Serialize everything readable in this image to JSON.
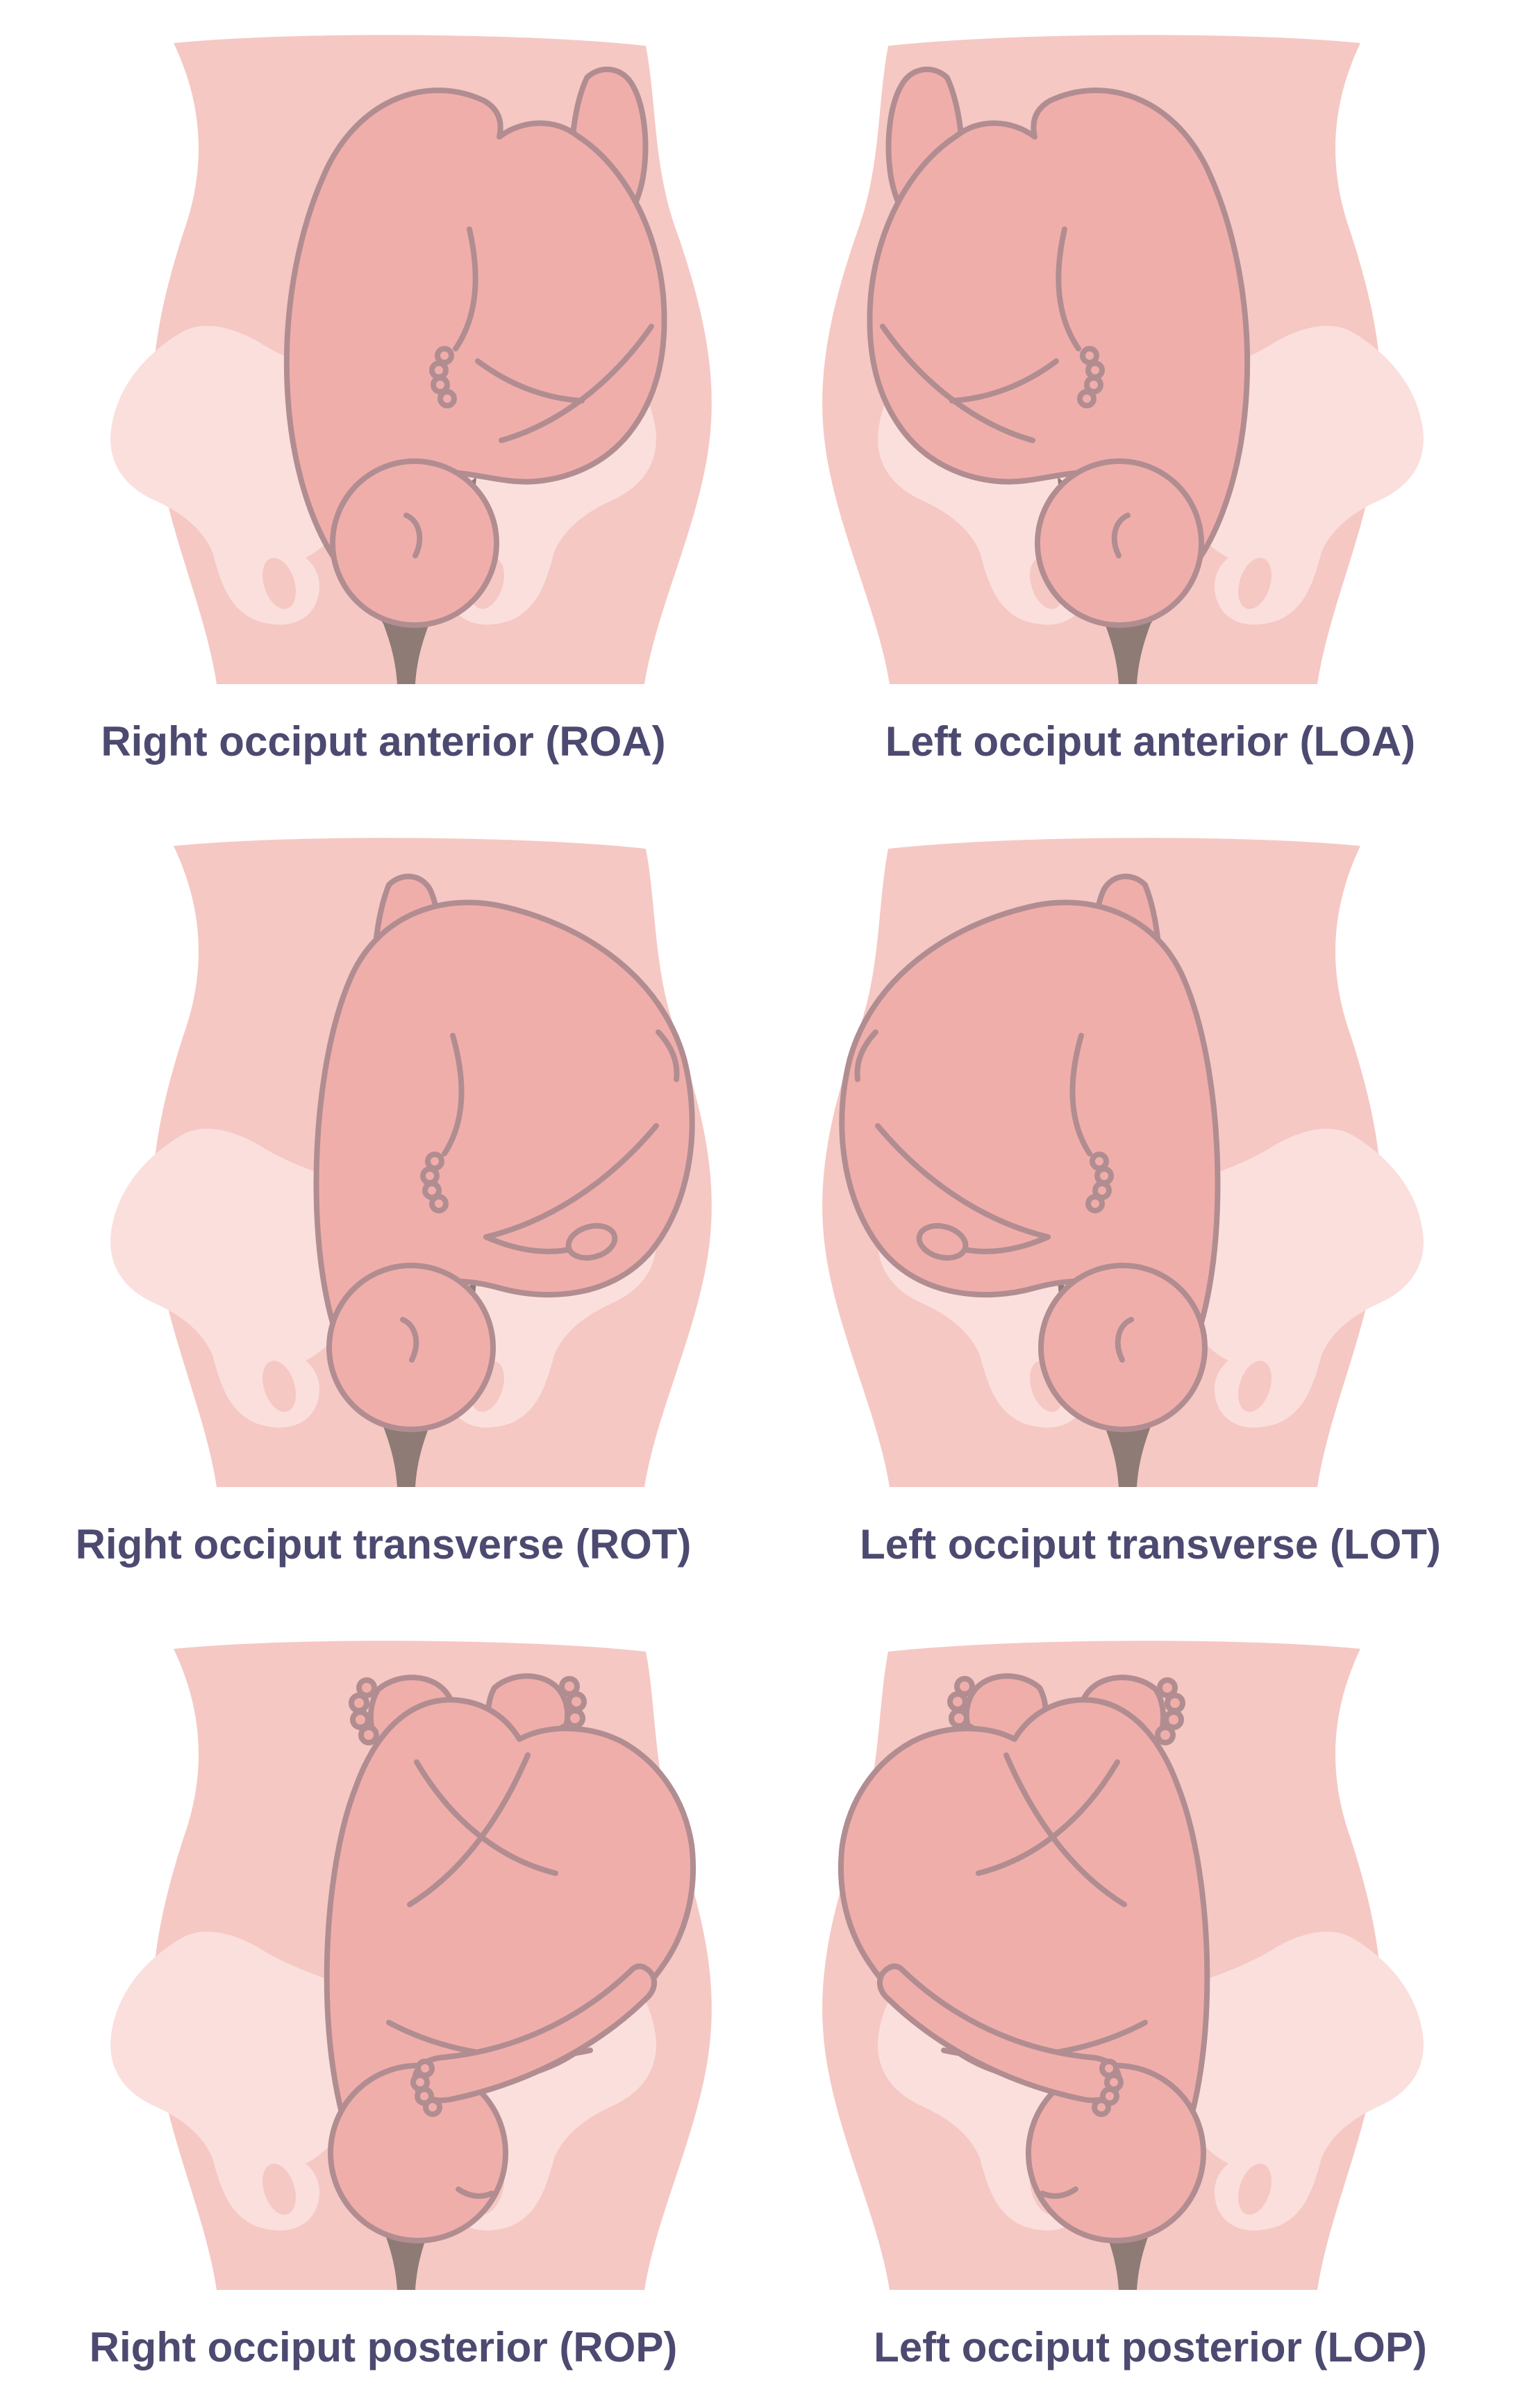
{
  "figure_type": "fetal-position-medical-diagram",
  "panels": [
    {
      "label": "Right occiput anterior (ROA)",
      "abbreviation": "ROA",
      "row": 1,
      "column": 1,
      "fetal_pose": "anterior",
      "mirrored": false
    },
    {
      "label": "Left occiput anterior (LOA)",
      "abbreviation": "LOA",
      "row": 1,
      "column": 2,
      "fetal_pose": "anterior",
      "mirrored": true
    },
    {
      "label": "Right occiput transverse (ROT)",
      "abbreviation": "ROT",
      "row": 2,
      "column": 1,
      "fetal_pose": "transverse",
      "mirrored": false
    },
    {
      "label": "Left occiput transverse (LOT)",
      "abbreviation": "LOT",
      "row": 2,
      "column": 2,
      "fetal_pose": "transverse",
      "mirrored": true
    },
    {
      "label": "Right occiput posterior (ROP)",
      "abbreviation": "ROP",
      "row": 3,
      "column": 1,
      "fetal_pose": "posterior",
      "mirrored": false
    },
    {
      "label": "Left occiput posterior (LOP)",
      "abbreviation": "LOP",
      "row": 3,
      "column": 2,
      "fetal_pose": "posterior",
      "mirrored": true
    }
  ],
  "colors": {
    "skin": "#f5c8c4",
    "pelvis": "#fbdfdd",
    "fetus": "#f0aeaa",
    "outline": "#b18d91",
    "canal": "#8e7b76",
    "label": "#4c4a70",
    "bg": "#ffffff"
  }
}
